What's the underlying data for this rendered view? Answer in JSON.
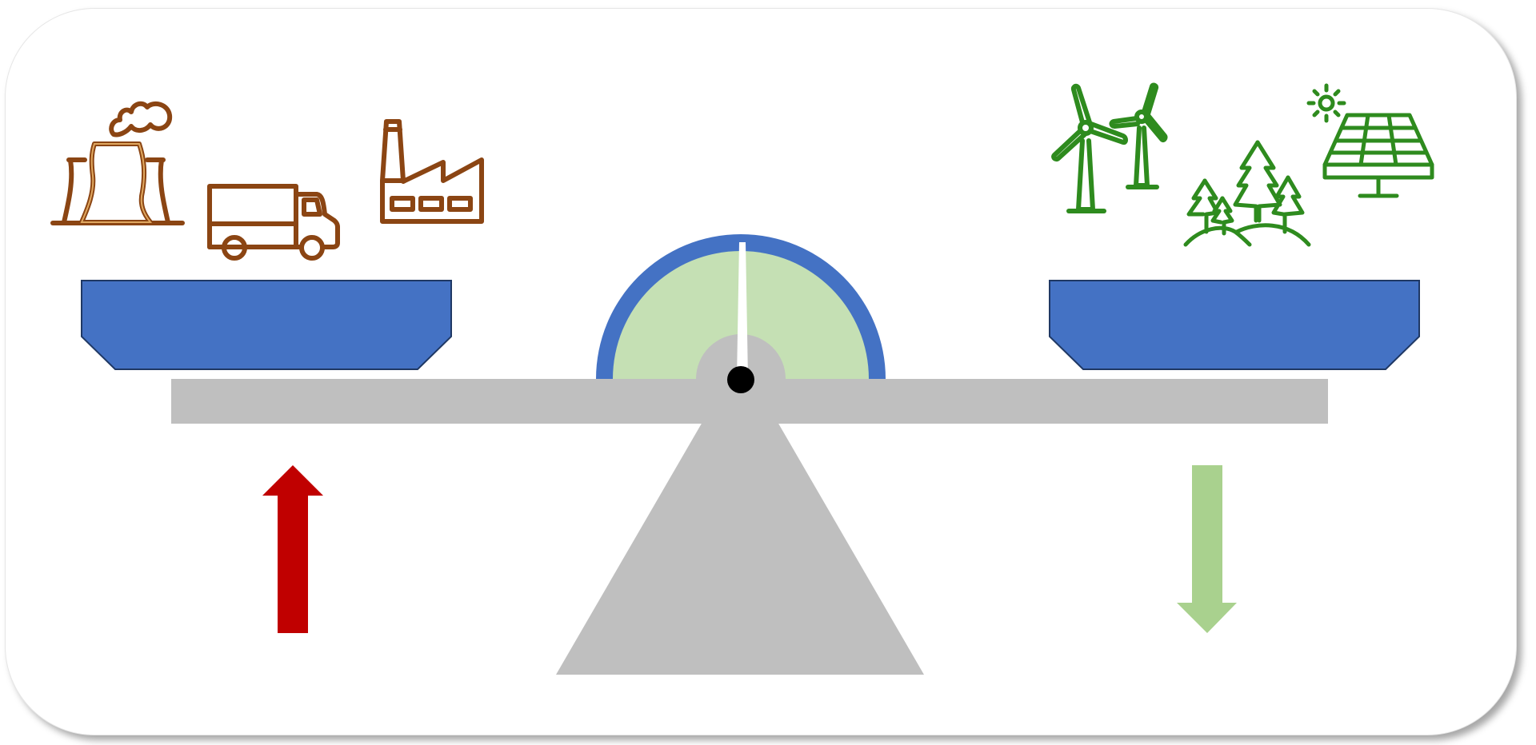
{
  "colors": {
    "emission_icons": "#8B4513",
    "emission_icons_inner": "#E0A860",
    "green_icons": "#2E8B1E",
    "green_icons_inner": "#7FC463",
    "pan": "#4472C4",
    "pan_outline": "#1F3864",
    "beam": "#BFBFBF",
    "gauge_ring": "#4472C4",
    "gauge_fill": "#C5E0B4",
    "pivot": "#000000",
    "arrow_up": "#C00000",
    "arrow_down": "#A9D18E"
  },
  "left_pan": {
    "icons": [
      "power-plant-icon",
      "truck-icon",
      "factory-icon"
    ],
    "arrow": "arrow-up"
  },
  "right_pan": {
    "icons": [
      "wind-turbines-icon",
      "forest-icon",
      "solar-panel-icon"
    ],
    "arrow": "arrow-down"
  },
  "gauge": {
    "needle_position": 0.5
  }
}
